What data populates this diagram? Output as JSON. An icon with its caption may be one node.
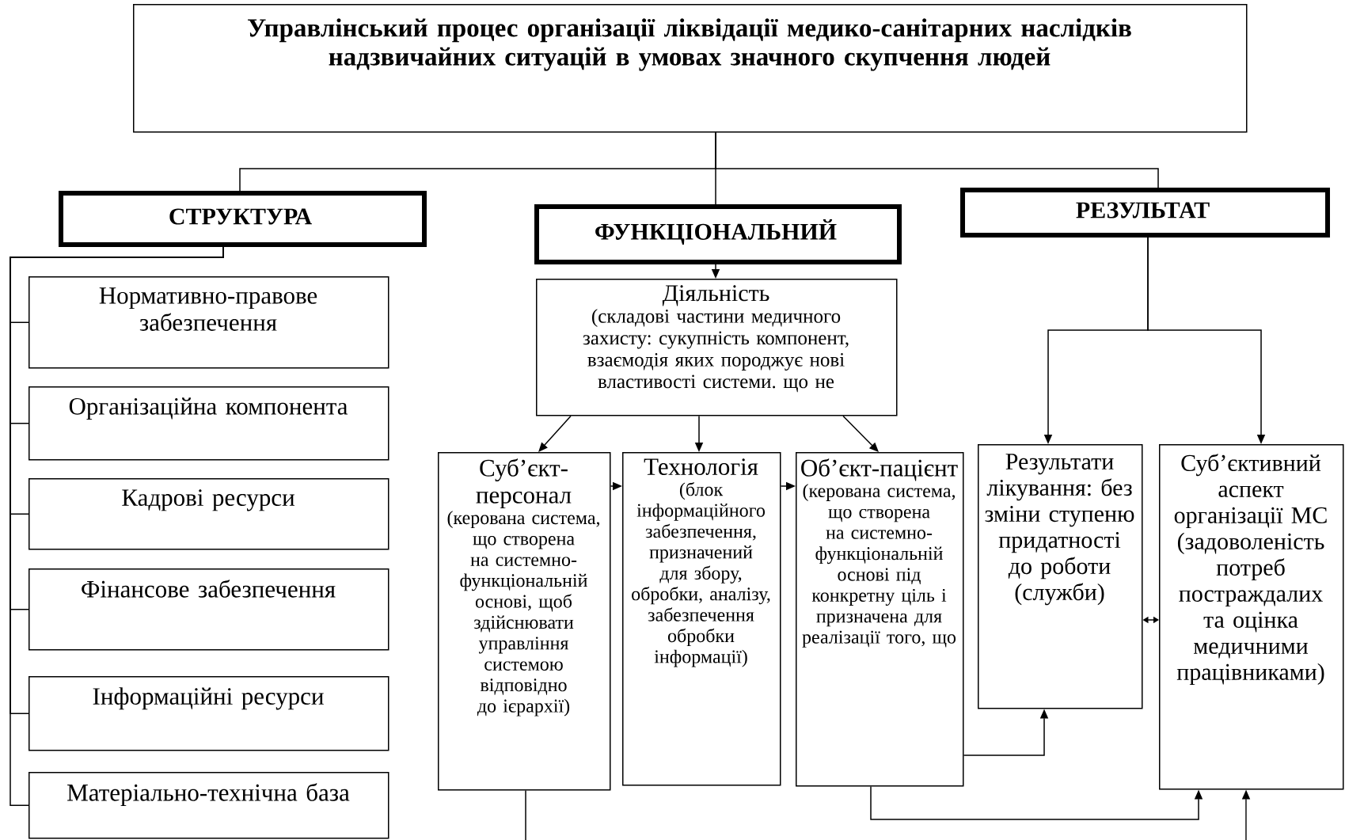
{
  "diagram": {
    "nodes": [
      {
        "text": [
          "Управлінський процес організації ліквідації медико-санітарних наслідків надзвичайних ситуацій в умовах значного скупчення людей"
        ]
      },
      {
        "text": [
          "СТРУКТУРА"
        ]
      },
      {
        "text": [
          "ФУНКЦІОНАЛЬНИЙ"
        ]
      },
      {
        "text": [
          "РЕЗУЛЬТАТ"
        ]
      },
      {
        "text": [
          "Нормативно-правове забезпечення"
        ]
      },
      {
        "text": [
          "Організаційна компонента"
        ]
      },
      {
        "text": [
          "Кадрові ресурси"
        ]
      },
      {
        "text": [
          "Фінансове забезпечення"
        ]
      },
      {
        "text": [
          "Інформаційні ресурси"
        ]
      },
      {
        "text": [
          "Матеріально-технічна база"
        ]
      },
      {
        "text": [
          "Діяльність",
          "(складові частини медичного захисту: сукупність компонент, взаємодія яких породжує нові властивості системи. що не"
        ]
      },
      {
        "text": [
          "Суб’єкт-персонал",
          "(керована система, що створена на системно-функціональній основі, щоб здійснювати управління системою відповідно до ієрархії)"
        ]
      },
      {
        "text": [
          "Технологія",
          "(блок інформаційного забезпечення, призначений для збору, обробки, аналізу, забезпечення обробки інформації)"
        ]
      },
      {
        "text": [
          "Об’єкт-пацієнт",
          "(керована система, що створена на системно-функціональній основі під конкретну ціль і призначена для реалізації того, що"
        ]
      },
      {
        "text": [
          "Результати лікування: без зміни ступеню придатності до роботи (служби)"
        ]
      },
      {
        "text": [
          "Суб’єктивний аспект організації МС (задоволеність потреб постраждалих та оцінка медичними працівниками)"
        ]
      }
    ],
    "edges": [
      {
        "from": 0,
        "to": 1,
        "arrow": "none"
      },
      {
        "from": 0,
        "to": 2,
        "arrow": "none"
      },
      {
        "from": 0,
        "to": 3,
        "arrow": "none"
      },
      {
        "from": 1,
        "to": 4,
        "arrow": "none"
      },
      {
        "from": 1,
        "to": 5,
        "arrow": "none"
      },
      {
        "from": 1,
        "to": 6,
        "arrow": "none"
      },
      {
        "from": 1,
        "to": 7,
        "arrow": "none"
      },
      {
        "from": 1,
        "to": 8,
        "arrow": "none"
      },
      {
        "from": 1,
        "to": 9,
        "arrow": "none"
      },
      {
        "from": 2,
        "to": 10,
        "arrow": "to"
      },
      {
        "from": 10,
        "to": 11,
        "arrow": "to"
      },
      {
        "from": 10,
        "to": 12,
        "arrow": "to"
      },
      {
        "from": 10,
        "to": 13,
        "arrow": "to"
      },
      {
        "from": 11,
        "to": 12,
        "arrow": "to"
      },
      {
        "from": 12,
        "to": 13,
        "arrow": "to"
      },
      {
        "from": 3,
        "to": 14,
        "arrow": "to"
      },
      {
        "from": 3,
        "to": 15,
        "arrow": "to"
      },
      {
        "from": 14,
        "to": 15,
        "arrow": "both"
      },
      {
        "from": 13,
        "to": 14,
        "arrow": "to"
      },
      {
        "from": 13,
        "to": 15,
        "arrow": "to"
      },
      {
        "from": 11,
        "to": null,
        "arrow": "none"
      },
      {
        "from": null,
        "to": 15,
        "arrow": "to"
      }
    ]
  }
}
